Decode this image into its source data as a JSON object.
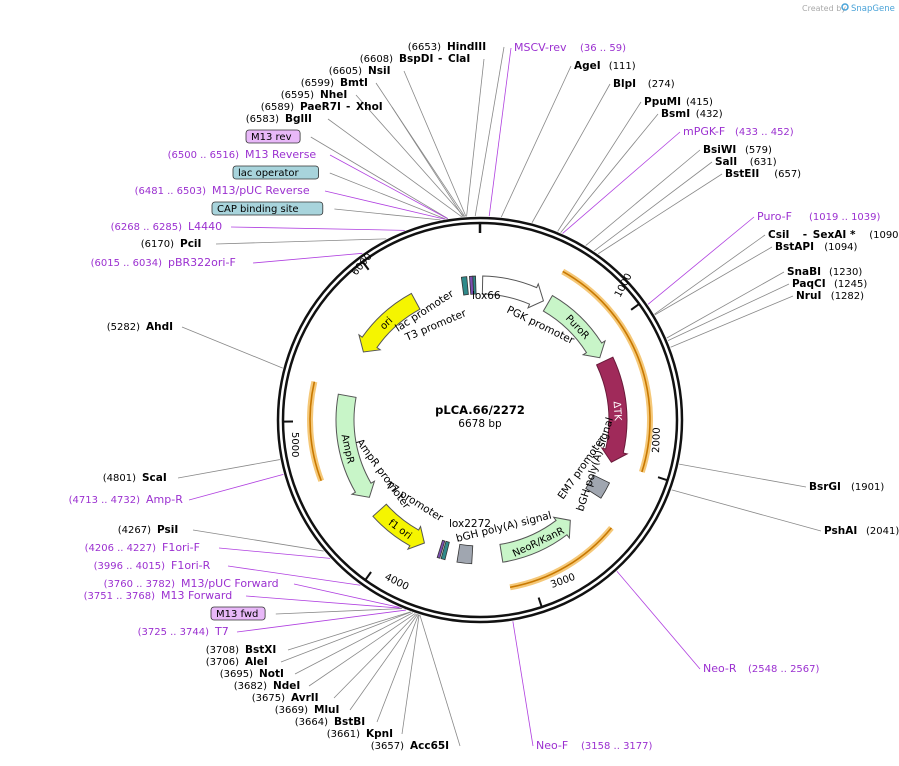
{
  "watermark": {
    "prefix": "Created by",
    "brand": "SnapGene"
  },
  "plasmid": {
    "name": "pLCA.66/2272",
    "size": "6678 bp",
    "length": 6678
  },
  "ticks": [
    {
      "bp": 1000,
      "label": "1000"
    },
    {
      "bp": 2000,
      "label": "2000"
    },
    {
      "bp": 3000,
      "label": "3000"
    },
    {
      "bp": 4000,
      "label": "4000"
    },
    {
      "bp": 5000,
      "label": "5000"
    },
    {
      "bp": 6000,
      "label": "6000"
    }
  ],
  "left_labels": [
    {
      "kind": "site",
      "name": "HindIII",
      "pos": "(6653)",
      "bp": 6653
    },
    {
      "kind": "site2",
      "name": "BspDI",
      "name2": "ClaI",
      "pos": "(6608)",
      "bp": 6608
    },
    {
      "kind": "site",
      "name": "NsiI",
      "pos": "(6605)",
      "bp": 6605
    },
    {
      "kind": "site",
      "name": "BmtI",
      "pos": "(6599)",
      "bp": 6599
    },
    {
      "kind": "site",
      "name": "NheI",
      "pos": "(6595)",
      "bp": 6595
    },
    {
      "kind": "site2",
      "name": "PaeR7I",
      "name2": "XhoI",
      "pos": "(6589)",
      "bp": 6589
    },
    {
      "kind": "site",
      "name": "BglII",
      "pos": "(6583)",
      "bp": 6583
    },
    {
      "kind": "boxp",
      "name": "M13 rev",
      "bp": 6510
    },
    {
      "kind": "primer",
      "name": "M13 Reverse",
      "pos": "(6500 .. 6516)",
      "bp": 6508
    },
    {
      "kind": "boxb",
      "name": "lac operator",
      "bp": 6497
    },
    {
      "kind": "primer",
      "name": "M13/pUC Reverse",
      "pos": "(6481 .. 6503)",
      "bp": 6492
    },
    {
      "kind": "boxb",
      "name": "CAP binding site",
      "bp": 6470
    },
    {
      "kind": "primer",
      "name": "L4440",
      "pos": "(6268 .. 6285)",
      "bp": 6277
    },
    {
      "kind": "site",
      "name": "PciI",
      "pos": "(6170)",
      "bp": 6170
    },
    {
      "kind": "primer",
      "name": "pBR322ori-F",
      "pos": "(6015 .. 6034)",
      "bp": 6025
    },
    {
      "kind": "site",
      "name": "AhdI",
      "pos": "(5282)",
      "bp": 5282
    },
    {
      "kind": "site",
      "name": "ScaI",
      "pos": "(4801)",
      "bp": 4801
    },
    {
      "kind": "primer",
      "name": "Amp-R",
      "pos": "(4713 .. 4732)",
      "bp": 4722
    },
    {
      "kind": "site",
      "name": "PsiI",
      "pos": "(4267)",
      "bp": 4267
    },
    {
      "kind": "primer",
      "name": "F1ori-F",
      "pos": "(4206 .. 4227)",
      "bp": 4216
    },
    {
      "kind": "primer",
      "name": "F1ori-R",
      "pos": "(3996 .. 4015)",
      "bp": 4005
    },
    {
      "kind": "primer",
      "name": "M13/pUC Forward",
      "pos": "(3760 .. 3782)",
      "bp": 3771
    },
    {
      "kind": "primer",
      "name": "M13 Forward",
      "pos": "(3751 .. 3768)",
      "bp": 3760
    },
    {
      "kind": "boxp",
      "name": "M13 fwd",
      "bp": 3755
    },
    {
      "kind": "primer",
      "name": "T7",
      "pos": "(3725 .. 3744)",
      "bp": 3734
    },
    {
      "kind": "site",
      "name": "BstXI",
      "pos": "(3708)",
      "bp": 3708
    },
    {
      "kind": "site",
      "name": "AleI",
      "pos": "(3706)",
      "bp": 3706
    },
    {
      "kind": "site",
      "name": "NotI",
      "pos": "(3695)",
      "bp": 3695
    },
    {
      "kind": "site",
      "name": "NdeI",
      "pos": "(3682)",
      "bp": 3682
    },
    {
      "kind": "site",
      "name": "AvrII",
      "pos": "(3675)",
      "bp": 3675
    },
    {
      "kind": "site",
      "name": "MluI",
      "pos": "(3669)",
      "bp": 3669
    },
    {
      "kind": "site",
      "name": "BstBI",
      "pos": "(3664)",
      "bp": 3664
    },
    {
      "kind": "site",
      "name": "KpnI",
      "pos": "(3661)",
      "bp": 3661
    },
    {
      "kind": "site",
      "name": "Acc65I",
      "pos": "(3657)",
      "bp": 3657
    }
  ],
  "right_labels": [
    {
      "kind": "primer",
      "name": "MSCV-rev",
      "pos": "(36 .. 59)",
      "bp": 48
    },
    {
      "kind": "site",
      "name": "AgeI",
      "pos": "(111)",
      "bp": 111
    },
    {
      "kind": "site",
      "name": "BlpI",
      "pos": "(274)",
      "bp": 274
    },
    {
      "kind": "site",
      "name": "PpuMI",
      "pos": "(415)",
      "bp": 415
    },
    {
      "kind": "site",
      "name": "BsmI",
      "pos": "(432)",
      "bp": 432
    },
    {
      "kind": "primer",
      "name": "mPGK-F",
      "pos": "(433 .. 452)",
      "bp": 443
    },
    {
      "kind": "site",
      "name": "BsiWI",
      "pos": "(579)",
      "bp": 579
    },
    {
      "kind": "site",
      "name": "SalI",
      "pos": "(631)",
      "bp": 631
    },
    {
      "kind": "site",
      "name": "BstEII",
      "pos": "(657)",
      "bp": 657
    },
    {
      "kind": "primer",
      "name": "Puro-F",
      "pos": "(1019 .. 1039)",
      "bp": 1029
    },
    {
      "kind": "site2",
      "name": "CsiI",
      "name2": "SexAI *",
      "pos": "(1090)",
      "bp": 1090
    },
    {
      "kind": "site",
      "name": "BstAPI",
      "pos": "(1094)",
      "bp": 1094
    },
    {
      "kind": "site",
      "name": "SnaBI",
      "pos": "(1230)",
      "bp": 1230
    },
    {
      "kind": "site",
      "name": "PaqCI",
      "pos": "(1245)",
      "bp": 1245
    },
    {
      "kind": "site",
      "name": "NruI",
      "pos": "(1282)",
      "bp": 1282
    },
    {
      "kind": "site",
      "name": "BsrGI",
      "pos": "(1901)",
      "bp": 1901
    },
    {
      "kind": "site",
      "name": "PshAI",
      "pos": "(2041)",
      "bp": 2041
    },
    {
      "kind": "primer",
      "name": "Neo-R",
      "pos": "(2548 .. 2567)",
      "bp": 2557
    },
    {
      "kind": "primer",
      "name": "Neo-F",
      "pos": "(3158 .. 3177)",
      "bp": 3167
    }
  ],
  "features": [
    {
      "name": "PuroR",
      "color": "#c8f5c8",
      "start": 560,
      "end": 1160,
      "label": "PuroR",
      "dir": 1,
      "ring": 1
    },
    {
      "name": "ΔTK",
      "color": "#a02a5a",
      "start": 1200,
      "end": 2000,
      "label": "ΔTK",
      "dir": 1,
      "ring": 1,
      "dark": true
    },
    {
      "name": "NeoR/KanR",
      "color": "#c8f5c8",
      "start": 2560,
      "end": 3170,
      "label": "NeoR/KanR",
      "dir": -1,
      "ring": 1
    },
    {
      "name": "AmpR",
      "color": "#c8f5c8",
      "start": 4360,
      "end": 5200,
      "label": "AmpR",
      "dir": -1,
      "ring": 1
    },
    {
      "name": "f1 ori",
      "color": "#f5f500",
      "start": 3790,
      "end": 4230,
      "label": "f1 ori",
      "dir": -1,
      "ring": 1
    },
    {
      "name": "ori",
      "color": "#f5f500",
      "start": 5570,
      "end": 6150,
      "label": "ori",
      "dir": -1,
      "ring": 1
    },
    {
      "name": "lox66",
      "color": "#ffffff",
      "start": 20,
      "end": 520,
      "label": "",
      "dir": 1,
      "ring": 1
    }
  ],
  "feature_labels": {
    "lox66": "lox66",
    "pgk": "PGK promoter",
    "bgh1": "bGH poly(A) signal",
    "em7": "EM7 promoter",
    "lox2272": "lox2272",
    "bgh2": "bGH poly(A) signal",
    "t7promoter": "T7 promoter",
    "amppromoter": "AmpR promoter",
    "lacpromoter": "lac promoter",
    "t3promoter": "T3 promoter"
  },
  "orange_arcs": [
    {
      "start": 540,
      "end": 2000
    },
    {
      "start": 2400,
      "end": 3150
    },
    {
      "start": 4620,
      "end": 5250
    }
  ]
}
